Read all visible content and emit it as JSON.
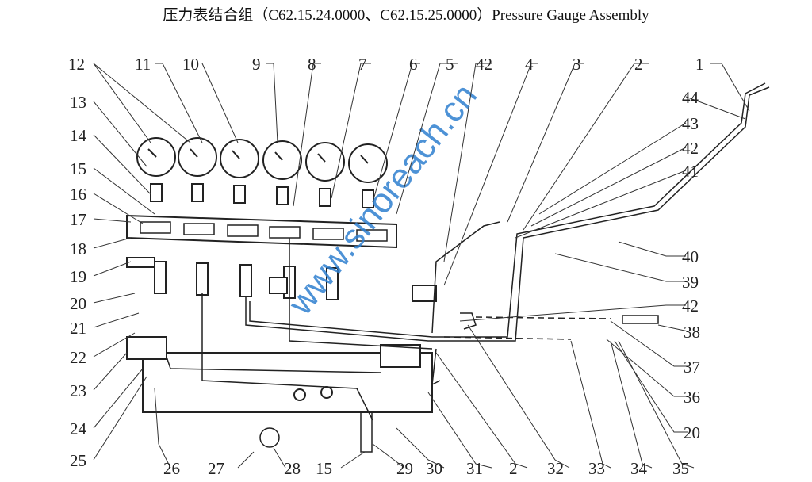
{
  "title": "压力表结合组（C62.15.24.0000、C62.15.25.0000）Pressure Gauge Assembly",
  "watermark": "www.sinoreach.cn",
  "callouts": {
    "top": [
      "12",
      "11",
      "10",
      "9",
      "8",
      "7",
      "6",
      "5",
      "42",
      "4",
      "3",
      "2",
      "1"
    ],
    "left": [
      "13",
      "14",
      "15",
      "16",
      "17",
      "18",
      "19",
      "20",
      "21",
      "22",
      "23",
      "24",
      "25"
    ],
    "bottom": [
      "26",
      "27",
      "28",
      "15",
      "29",
      "30",
      "31",
      "2",
      "32",
      "33",
      "34",
      "35"
    ],
    "right": [
      "44",
      "43",
      "42",
      "41",
      "40",
      "39",
      "42",
      "38",
      "37",
      "36",
      "20"
    ]
  }
}
